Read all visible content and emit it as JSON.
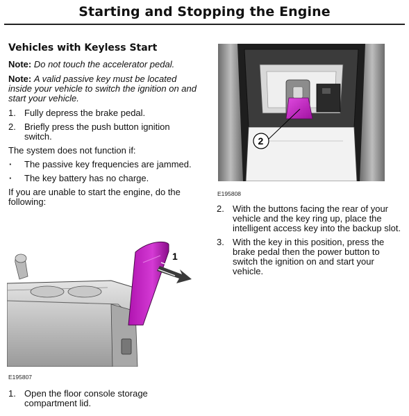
{
  "page": {
    "title": "Starting and Stopping the Engine"
  },
  "left": {
    "heading": "Vehicles with Keyless Start",
    "notes": [
      {
        "label": "Note:",
        "text": "Do not touch the accelerator pedal."
      },
      {
        "label": "Note:",
        "text": "A valid passive key must be located inside your vehicle to switch the ignition on and start your vehicle."
      }
    ],
    "steps": [
      {
        "num": "1.",
        "text": "Fully depress the brake pedal."
      },
      {
        "num": "2.",
        "text": "Briefly press the push button ignition switch."
      }
    ],
    "system_intro": "The system does not function if:",
    "bullets": [
      "The passive key frequencies are jammed.",
      "The key battery has no charge."
    ],
    "fallback_intro": "If you are unable to start the engine, do the following:",
    "figure1": {
      "id": "E195807",
      "callout": "1"
    },
    "bottom_step": {
      "num": "1.",
      "text": "Open the floor console storage compartment lid."
    }
  },
  "right": {
    "figure2": {
      "id": "E195808",
      "callout": "2"
    },
    "steps": [
      {
        "num": "2.",
        "text": "With the buttons facing the rear of your vehicle and the key ring up, place the intelligent access key into the backup slot."
      },
      {
        "num": "3.",
        "text": "With the key in this position, press the brake pedal then the power button to switch the ignition on and start your vehicle."
      }
    ]
  },
  "colors": {
    "highlight": "#c81fc8",
    "text": "#111111"
  }
}
